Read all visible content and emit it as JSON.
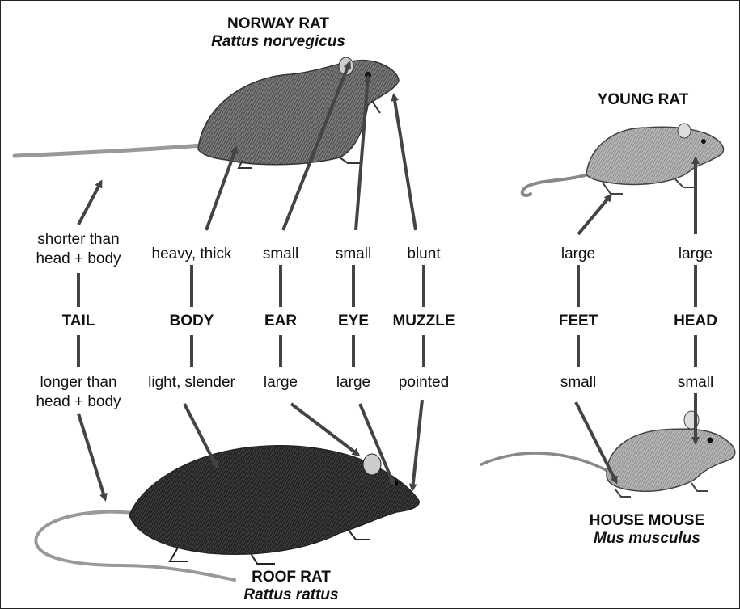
{
  "titles": {
    "norway_name": "NORWAY RAT",
    "norway_latin": "Rattus norvegicus",
    "young": "YOUNG RAT",
    "roof_name": "ROOF RAT",
    "roof_latin": "Rattus rattus",
    "mouse_name": "HOUSE MOUSE",
    "mouse_latin": "Mus musculus"
  },
  "features": {
    "tail": {
      "label": "TAIL",
      "norway_trait": [
        "shorter than",
        "head + body"
      ],
      "roof_trait": [
        "longer than",
        "head + body"
      ]
    },
    "body": {
      "label": "BODY",
      "norway_trait": "heavy, thick",
      "roof_trait": "light, slender"
    },
    "ear": {
      "label": "EAR",
      "norway_trait": "small",
      "roof_trait": "large"
    },
    "eye": {
      "label": "EYE",
      "norway_trait": "small",
      "roof_trait": "large"
    },
    "muzzle": {
      "label": "MUZZLE",
      "norway_trait": "blunt",
      "roof_trait": "pointed"
    },
    "feet": {
      "label": "FEET",
      "young_trait": "large",
      "mouse_trait": "small"
    },
    "head": {
      "label": "HEAD",
      "young_trait": "large",
      "mouse_trait": "small"
    }
  },
  "colors": {
    "arrow": "#444444",
    "fur_dark": "#3a3a3a",
    "fur_mid": "#7a7a7a",
    "fur_light": "#b5b5b5"
  }
}
